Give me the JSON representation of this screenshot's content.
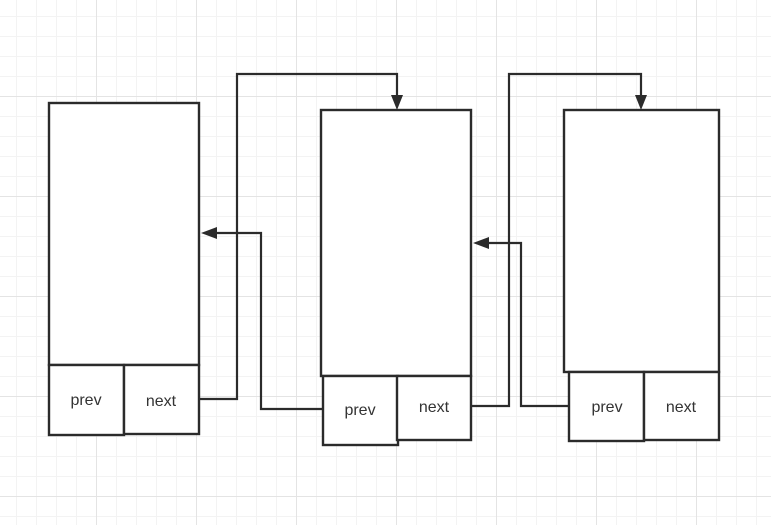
{
  "diagram": {
    "nodes": [
      {
        "prev_label": "prev",
        "next_label": "next"
      },
      {
        "prev_label": "prev",
        "next_label": "next"
      },
      {
        "prev_label": "prev",
        "next_label": "next"
      }
    ],
    "edges": [
      {
        "from": "node-1-next",
        "to": "node-2"
      },
      {
        "from": "node-2-next",
        "to": "node-3"
      },
      {
        "from": "node-2-prev",
        "to": "node-1"
      },
      {
        "from": "node-3-prev",
        "to": "node-2"
      }
    ],
    "colors": {
      "stroke": "#2b2b2b",
      "text": "#333333",
      "background": "#ffffff",
      "grid": "#e4e4e4"
    }
  }
}
